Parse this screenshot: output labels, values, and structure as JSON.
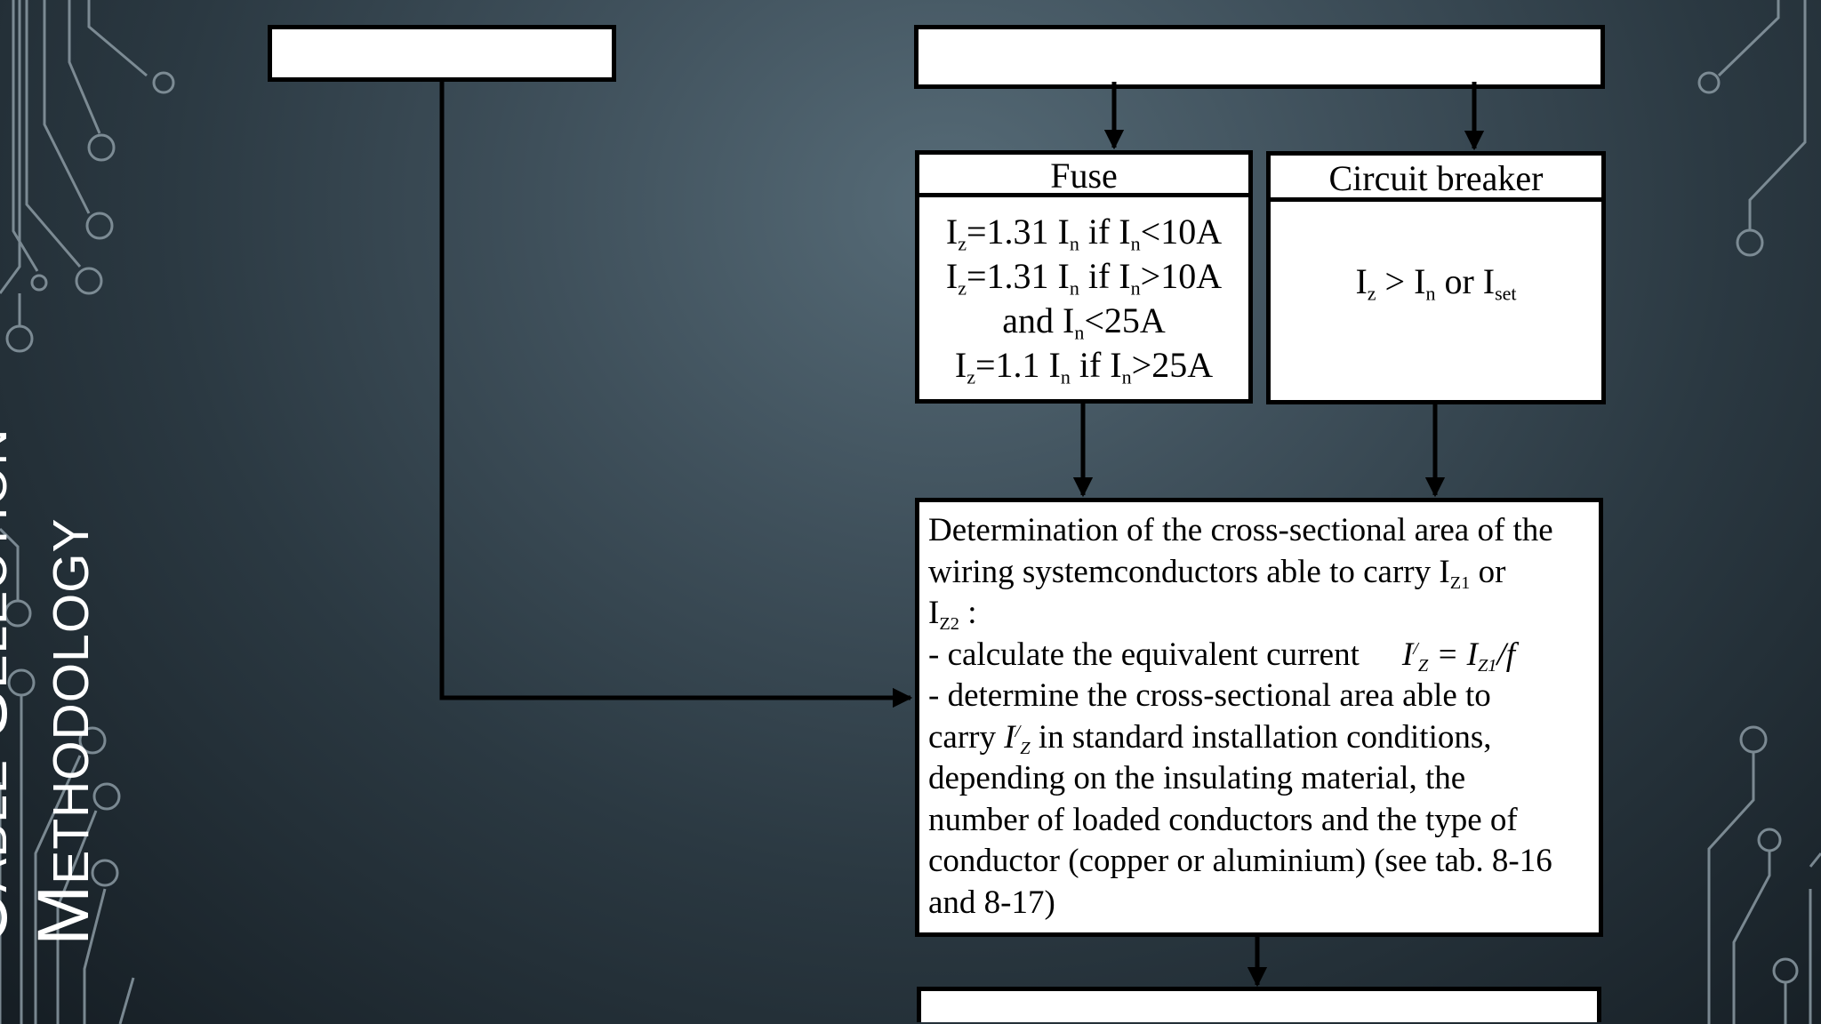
{
  "title": {
    "line1": "Cable Selection",
    "line2": "Methodology"
  },
  "fuse": {
    "header": "Fuse",
    "rule1_prefix": "I",
    "rule1_sub": "z",
    "rule1_text": "=1.31 I",
    "rule1_sub2": "n",
    "rule1_text2": " if I",
    "rule1_sub3": "n",
    "rule1_end": "<10A",
    "rule2_prefix": "I",
    "rule2_sub": "z",
    "rule2_text": "=1.31 I",
    "rule2_sub2": "n",
    "rule2_text2": " if I",
    "rule2_sub3": "n",
    "rule2_end": ">10A",
    "rule3_text": "and I",
    "rule3_sub": "n",
    "rule3_end": "<25A",
    "rule4_prefix": "I",
    "rule4_sub": "z",
    "rule4_text": "=1.1 I",
    "rule4_sub2": "n",
    "rule4_text2": " if I",
    "rule4_sub3": "n",
    "rule4_end": ">25A"
  },
  "breaker": {
    "header": "Circuit breaker",
    "rule_prefix": "I",
    "rule_sub": "z",
    "rule_text": " > I",
    "rule_sub2": "n",
    "rule_text2": " or I",
    "rule_sub3": "set"
  },
  "determination": {
    "l1": "Determination of the cross-sectional area of the",
    "l2a": " wiring systemconductors able to carry I",
    "l2sub": "Z1",
    "l2b": " or",
    "l3a": "I",
    "l3sub": "Z2",
    "l3b": " :",
    "l4a": "- calculate the equivalent current",
    "l4f1": "I",
    "l4fsup": "/",
    "l4fsub": "Z",
    "l4f2": " = I",
    "l4fsub2": "Z1",
    "l4f3": "/f",
    "l5": "- determine the cross-sectional area able to",
    "l6a": "carry ",
    "l6f": "I",
    "l6sup": "/",
    "l6sub": "Z",
    "l6b": " in standard installation conditions,",
    "l7": "depending on the insulating material, the",
    "l8": "number of loaded conductors and the type of",
    "l9": "conductor (copper or aluminium) (see tab. 8-16",
    "l10": " and 8-17)"
  },
  "colors": {
    "background": "#3f505b",
    "circuit": "#8b9aa3",
    "box": "#ffffff",
    "line": "#000000"
  },
  "icons": {
    "decoration": "circuit-trace-icon"
  }
}
